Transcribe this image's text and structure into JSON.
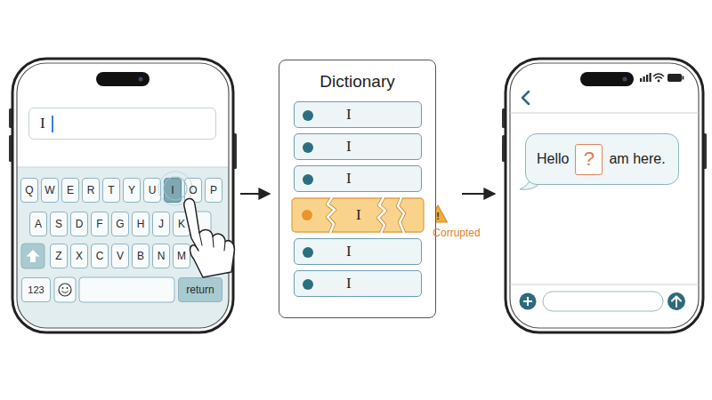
{
  "diagram": {
    "nodes": [
      {
        "text": [
          "I"
        ]
      },
      {
        "text": [
          "Q"
        ]
      },
      {
        "text": [
          "W"
        ]
      },
      {
        "text": [
          "E"
        ]
      },
      {
        "text": [
          "R"
        ]
      },
      {
        "text": [
          "T"
        ]
      },
      {
        "text": [
          "Y"
        ]
      },
      {
        "text": [
          "U"
        ]
      },
      {
        "text": [
          "I"
        ]
      },
      {
        "text": [
          "O"
        ]
      },
      {
        "text": [
          "P"
        ]
      },
      {
        "text": [
          "A"
        ]
      },
      {
        "text": [
          "S"
        ]
      },
      {
        "text": [
          "D"
        ]
      },
      {
        "text": [
          "F"
        ]
      },
      {
        "text": [
          "G"
        ]
      },
      {
        "text": [
          "H"
        ]
      },
      {
        "text": [
          "J"
        ]
      },
      {
        "text": [
          "K"
        ]
      },
      {
        "text": [
          "Z"
        ]
      },
      {
        "text": [
          "X"
        ]
      },
      {
        "text": [
          "C"
        ]
      },
      {
        "text": [
          "V"
        ]
      },
      {
        "text": [
          "B"
        ]
      },
      {
        "text": [
          "N"
        ]
      },
      {
        "text": [
          "M"
        ]
      },
      {
        "text": [
          "123"
        ]
      },
      {
        "text": [
          "return"
        ]
      },
      {
        "text": [
          "Dictionary"
        ]
      },
      {
        "text": [
          "I"
        ],
        "in": 28
      },
      {
        "text": [
          "I"
        ],
        "in": 28
      },
      {
        "text": [
          "I"
        ],
        "in": 28
      },
      {
        "text": [
          "I"
        ],
        "in": 28
      },
      {
        "text": [
          "I"
        ],
        "in": 28
      },
      {
        "text": [
          "I"
        ],
        "in": 28
      },
      {
        "text": [
          "Hello",
          "am here."
        ]
      },
      {
        "text": [
          "?"
        ],
        "in": 35
      }
    ],
    "labels": [
      "!",
      "Corrupted"
    ]
  }
}
